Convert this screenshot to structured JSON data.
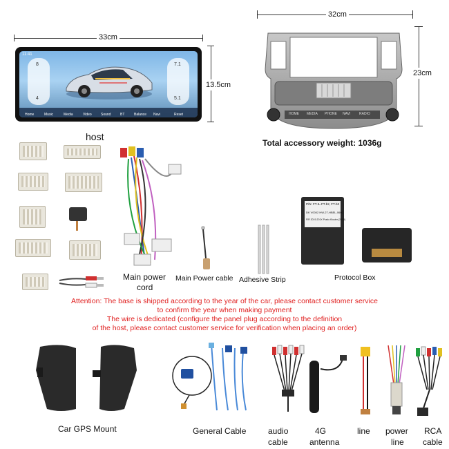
{
  "screen": {
    "width_label": "33cm",
    "height_label": "13.5cm",
    "time": "11:41",
    "left_top": "8",
    "left_bottom": "4",
    "right_top": "7.1",
    "right_bottom": "5.1",
    "dock_items": [
      "Home",
      "Music",
      "Media",
      "Video",
      "Sound",
      "BT",
      "Balance",
      "Navi",
      "Reset"
    ]
  },
  "frame": {
    "width_label": "32cm",
    "height_label": "23cm",
    "buttons": [
      "HOME",
      "MEDIA",
      "PHONE",
      "NAVI",
      "RADIO"
    ]
  },
  "weight_text": "Total accessory weight: 1036g",
  "host_label": "host",
  "labels": {
    "main_power_cord": "Main power\ncord",
    "main_power_cord_1": "Main power",
    "main_power_cord_2": "cord",
    "main_power_cable": "Main Power cable",
    "adhesive_strip": "Adhesive Strip",
    "protocol_box": "Protocol Box"
  },
  "protocol_box_text": [
    "P/N: FT-IL-FT-b2, FT-b3",
    "DK V0002  HW-27-HBEL-0600",
    "FIR 2019-201X Prado Kluster (2013)"
  ],
  "attention": [
    "Attention: The base is shipped according to the year of the car, please contact customer service",
    "to confirm the year when making payment",
    "The wire is dedicated (configure the panel plug according to the definition",
    "of the host, please contact customer service for verification when placing an order)"
  ],
  "bottom_labels": {
    "gps_mount": "Car GPS Mount",
    "general_cable": "General Cable",
    "audio_cable_1": "audio",
    "audio_cable_2": "cable",
    "antenna_1": "4G",
    "antenna_2": "antenna",
    "line": "line",
    "power_line_1": "power",
    "power_line_2": "line",
    "rca_cable_1": "RCA",
    "rca_cable_2": "cable"
  },
  "colors": {
    "attention": "#e02020",
    "frame": "#9a9a9a",
    "screen_bg": "#a9d2f2"
  }
}
